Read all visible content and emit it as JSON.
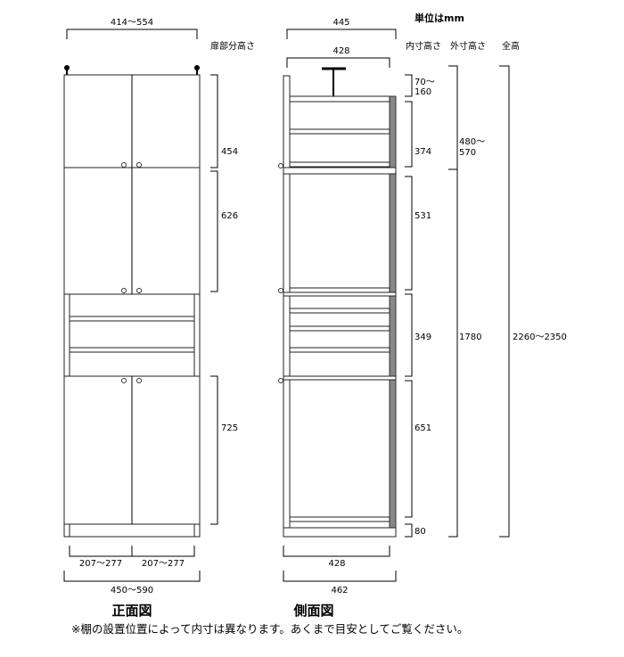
{
  "header": {
    "unit": "単位はmm",
    "door_height": "扉部分高さ",
    "inner_height": "内寸高さ",
    "outer_height": "外寸高さ",
    "total_height": "全高"
  },
  "front": {
    "caption": "正面図",
    "top_width": "414〜554",
    "door_heights": [
      "454",
      "626",
      "725"
    ],
    "door_width_left": "207〜277",
    "door_width_right": "207〜277",
    "total_width": "450〜590"
  },
  "side": {
    "caption": "側面図",
    "top_outer": "445",
    "top_inner": "428",
    "inner": [
      "70〜",
      "160",
      "374",
      "531",
      "349",
      "651",
      "80"
    ],
    "outer": [
      "480〜",
      "570",
      "1780"
    ],
    "total": "2260〜2350",
    "bottom_inner": "428",
    "bottom_outer": "462"
  },
  "note": "※棚の設置位置によって内寸は異なります。あくまで目安としてご覧ください。"
}
